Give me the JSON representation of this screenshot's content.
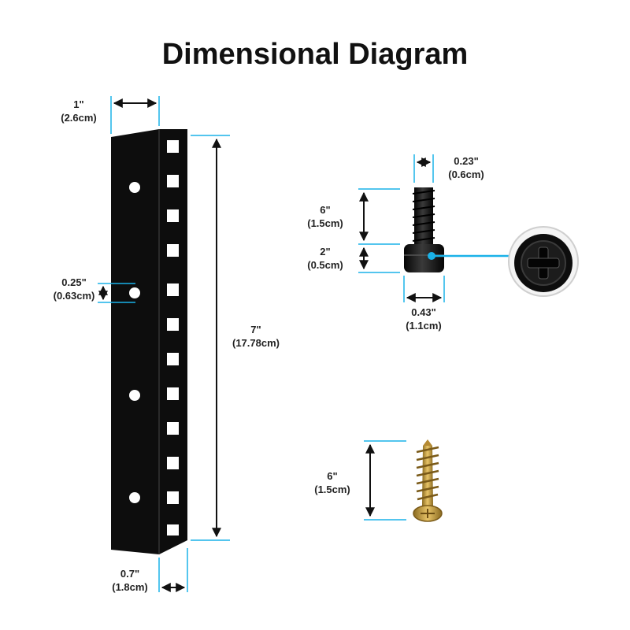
{
  "title": "Dimensional Diagram",
  "colors": {
    "guide": "#1ab2e8",
    "rail": "#0d0d0d",
    "arrow": "#111111",
    "screw_gold": "#c9a040"
  },
  "rail": {
    "width": {
      "inch": "1\"",
      "cm": "(2.6cm)"
    },
    "hole": {
      "inch": "0.25\"",
      "cm": "(0.63cm)"
    },
    "length": {
      "inch": "7\"",
      "cm": "(17.78cm)"
    },
    "flange": {
      "inch": "0.7\"",
      "cm": "(1.8cm)"
    }
  },
  "machine_screw": {
    "thread_diameter": {
      "inch": "0.23\"",
      "cm": "(0.6cm)"
    },
    "thread_length": {
      "inch": "6\"",
      "cm": "(1.5cm)"
    },
    "head_height": {
      "inch": "2\"",
      "cm": "(0.5cm)"
    },
    "head_diameter": {
      "inch": "0.43\"",
      "cm": "(1.1cm)"
    }
  },
  "wood_screw": {
    "length": {
      "inch": "6\"",
      "cm": "(1.5cm)"
    }
  }
}
